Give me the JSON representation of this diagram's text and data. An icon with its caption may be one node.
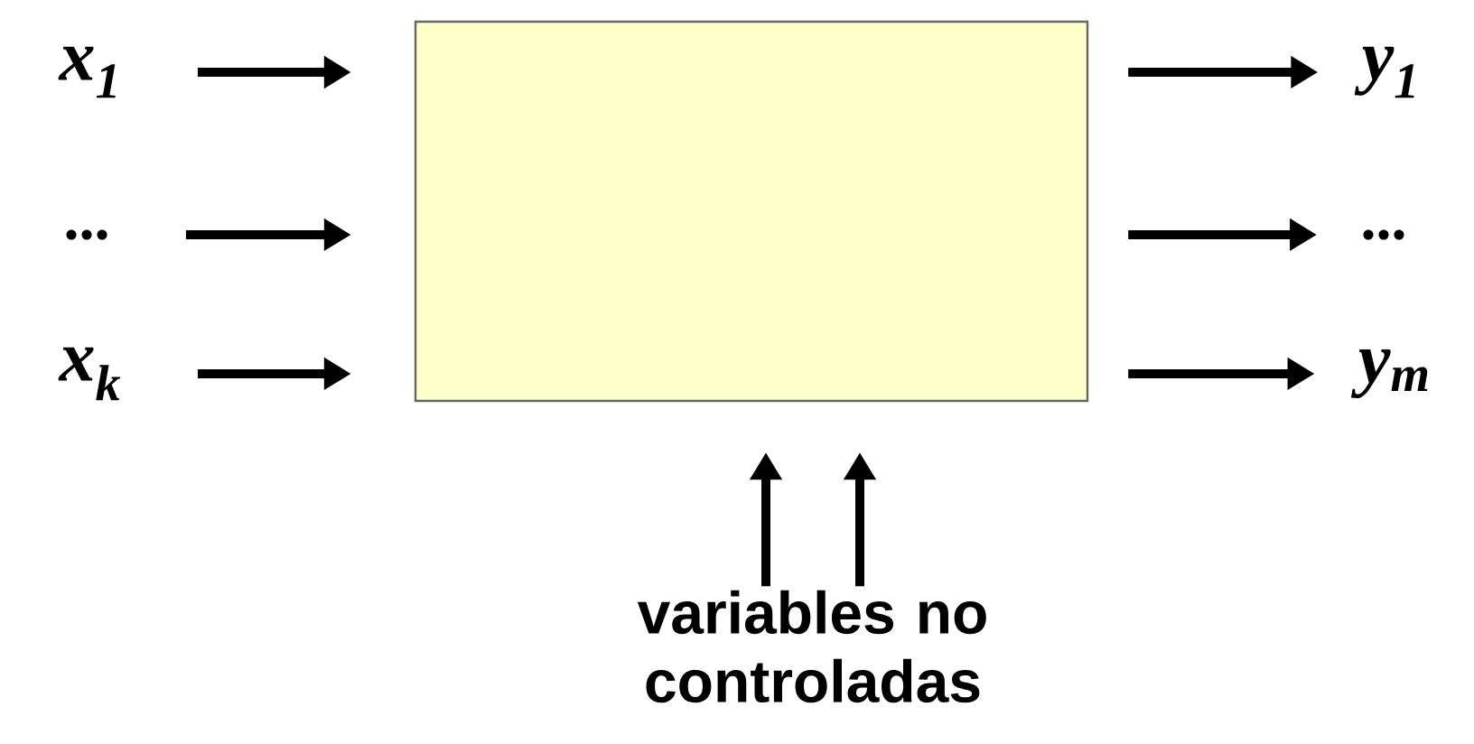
{
  "diagram": {
    "nodes": [
      {
        "text": [],
        "shape": "box"
      },
      {
        "text": [
          "x$_{1}$"
        ]
      },
      {
        "text": [
          "..."
        ]
      },
      {
        "text": [
          "x$_{k}$"
        ]
      },
      {
        "text": [
          "y$_{1}$"
        ]
      },
      {
        "text": [
          "..."
        ]
      },
      {
        "text": [
          "y$_{m}$"
        ]
      },
      {
        "text": [
          "variables no controladas"
        ]
      }
    ],
    "edges": [
      {
        "from": 1,
        "to": 0,
        "arrow": "to"
      },
      {
        "from": 2,
        "to": 0,
        "arrow": "to"
      },
      {
        "from": 3,
        "to": 0,
        "arrow": "to"
      },
      {
        "from": 0,
        "to": 4,
        "arrow": "to"
      },
      {
        "from": 0,
        "to": 5,
        "arrow": "to"
      },
      {
        "from": 0,
        "to": 6,
        "arrow": "to"
      },
      {
        "from": 7,
        "to": 0,
        "arrow": "to"
      },
      {
        "from": 7,
        "to": 0,
        "arrow": "to"
      }
    ]
  }
}
